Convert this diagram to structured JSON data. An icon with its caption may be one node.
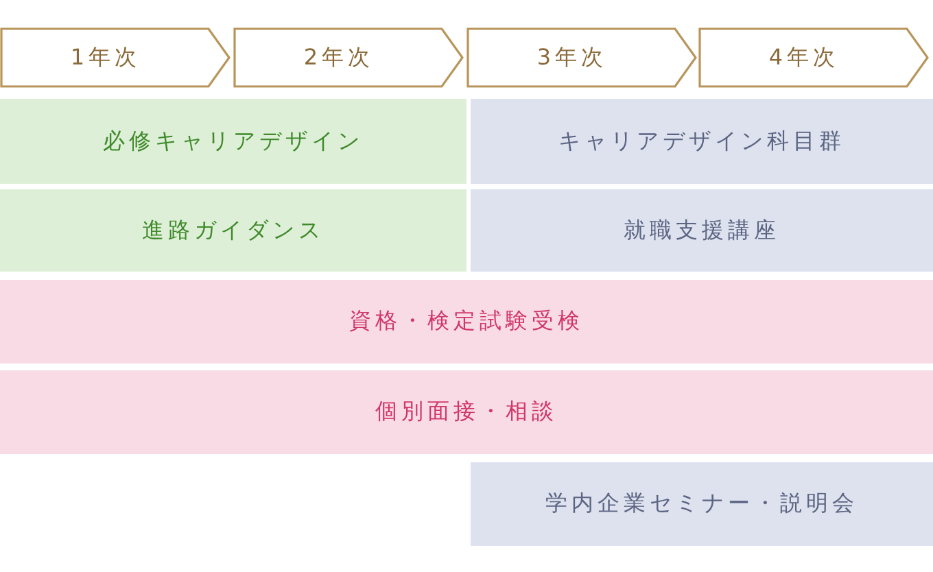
{
  "diagram": {
    "nodes": [
      {
        "text": [
          "1年次"
        ]
      },
      {
        "text": [
          "2年次"
        ]
      },
      {
        "text": [
          "3年次"
        ]
      },
      {
        "text": [
          "4年次"
        ]
      },
      {
        "text": [
          "必修キャリアデザイン"
        ]
      },
      {
        "text": [
          "キャリアデザイン科目群"
        ]
      },
      {
        "text": [
          "進路ガイダンス"
        ]
      },
      {
        "text": [
          "就職支援講座"
        ]
      },
      {
        "text": [
          "資格・検定試験受検"
        ]
      },
      {
        "text": [
          "個別面接・相談"
        ]
      },
      {
        "text": [
          "学内企業セミナー・説明会"
        ]
      }
    ]
  }
}
